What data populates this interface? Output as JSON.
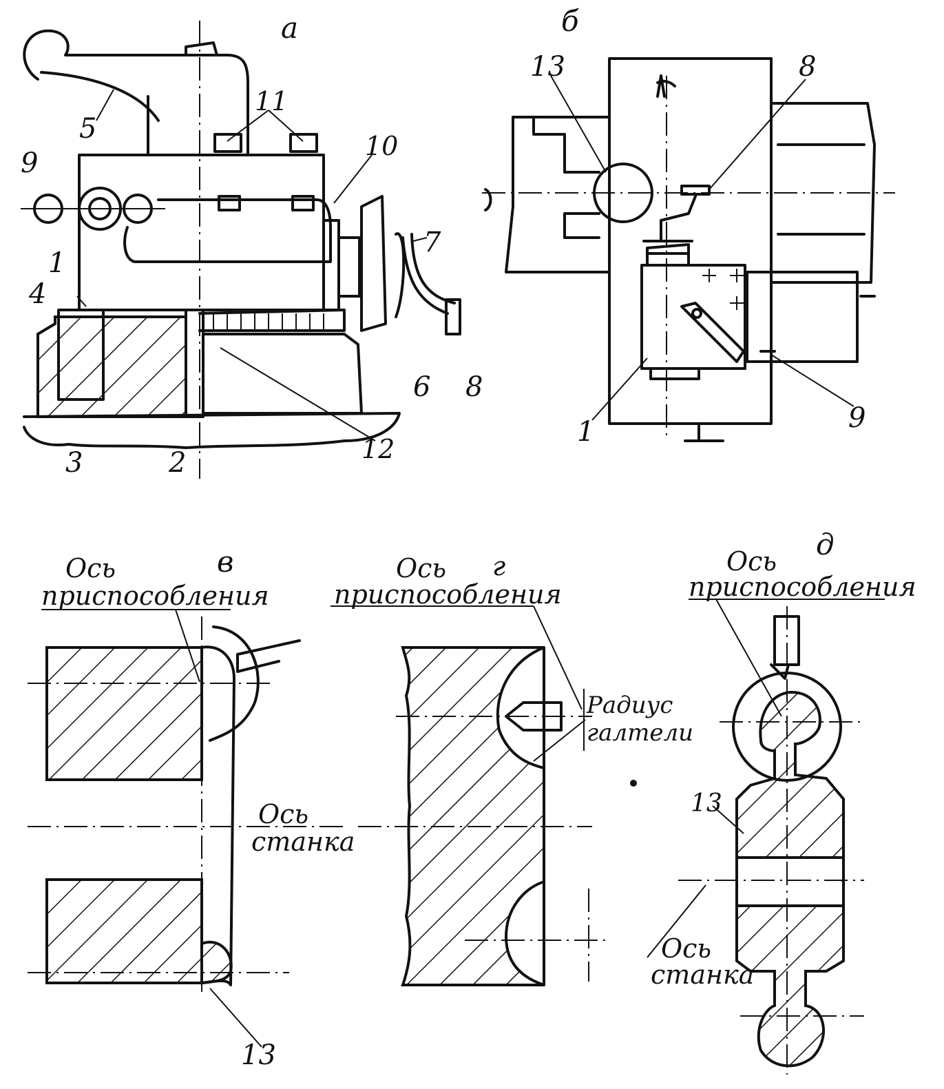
{
  "views": {
    "a": "а",
    "b": "б",
    "v": "в",
    "g": "г",
    "d": "д"
  },
  "parts_a": {
    "p1": "1",
    "p2": "2",
    "p3": "3",
    "p4": "4",
    "p5": "5",
    "p6": "6",
    "p7": "7",
    "p8": "8",
    "p9": "9",
    "p10": "10",
    "p11": "11",
    "p12": "12"
  },
  "parts_b": {
    "p13": "13",
    "p8": "8",
    "p1": "1",
    "p9": "9"
  },
  "annotations": {
    "os_text": "Ось",
    "prisp_text": "приспособления",
    "stanka_text": "станка",
    "radius_text": "Радиус",
    "galteli_text": "галтели"
  },
  "parts_v": {
    "p13": "13"
  },
  "parts_d": {
    "p13": "13"
  },
  "colors": {
    "ink": "#111111",
    "paper": "#ffffff"
  }
}
